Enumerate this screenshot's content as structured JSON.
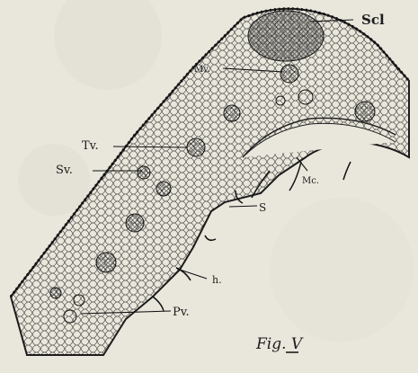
{
  "figure": {
    "caption": "Fig. V",
    "labels": {
      "scl": "Scl",
      "mv": "Mv.",
      "tv": "Tv.",
      "sv": "Sv.",
      "mc": "Mc.",
      "s": "S",
      "h": "h.",
      "pv": "Pv."
    }
  }
}
